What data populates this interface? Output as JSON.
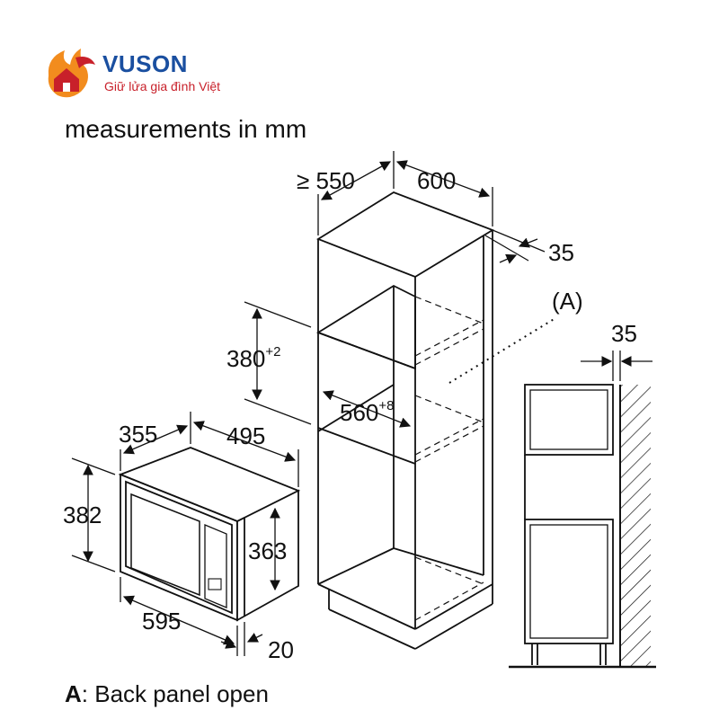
{
  "brand": {
    "name": "VUSON",
    "tagline": "Giữ lửa gia đình Việt",
    "logo_icon": "flame-house-logo-icon",
    "colors": {
      "primary": "#1a4fa0",
      "accent": "#c8202a",
      "flame": "#f28c1e"
    }
  },
  "heading": "measurements in mm",
  "dimensions": {
    "cab_depth": "≥ 550",
    "cab_width": "600",
    "cab_gap": "35",
    "niche_height": "380",
    "niche_height_tol": "+2",
    "niche_width": "560",
    "niche_width_tol": "+8",
    "mw_depth": "355",
    "mw_body_width": "495",
    "mw_front_height": "382",
    "mw_body_height": "363",
    "mw_front_width": "595",
    "mw_front_thickness": "20",
    "side_gap": "35"
  },
  "callout": "(A)",
  "legend": {
    "key": "A",
    "text": ": Back panel open"
  }
}
